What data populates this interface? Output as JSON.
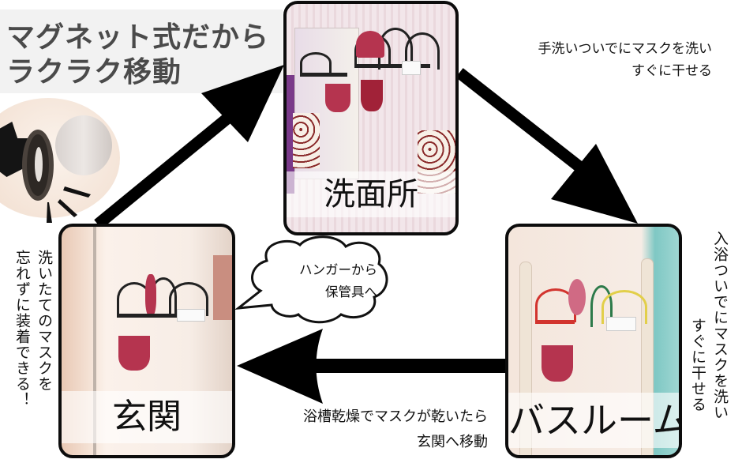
{
  "headline": {
    "line1": "マグネット式だから",
    "line2": "ラクラク移動",
    "text_color": "#4a4a4a",
    "background": "#f2f2f2"
  },
  "magnet_detail": {
    "icon": "magnet-closeup-icon"
  },
  "locations": [
    {
      "id": "washroom",
      "label": "洗面所"
    },
    {
      "id": "bathroom",
      "label": "バスルーム"
    },
    {
      "id": "entrance",
      "label": "玄関"
    }
  ],
  "captions": {
    "washroom_to_bathroom": {
      "line1": "手洗いついでにマスクを洗い",
      "line2": "すぐに干せる"
    },
    "bathroom_side": {
      "line1": "入浴ついでにマスクを洗い",
      "line2": "すぐに干せる"
    },
    "bathroom_to_entrance": {
      "line1": "浴槽乾燥でマスクが乾いたら",
      "line2": "玄関へ移動"
    },
    "entrance_side": {
      "line1": "洗いたてのマスクを",
      "line2": "忘れずに装着できる！"
    },
    "bubble": {
      "line1": "ハンガーから",
      "line2": "保管具へ"
    }
  },
  "flow": [
    {
      "from": "entrance",
      "to": "washroom",
      "arrow": "arrow-up-right-icon"
    },
    {
      "from": "washroom",
      "to": "bathroom",
      "arrow": "arrow-down-right-icon"
    },
    {
      "from": "bathroom",
      "to": "entrance",
      "arrow": "arrow-left-icon"
    }
  ]
}
